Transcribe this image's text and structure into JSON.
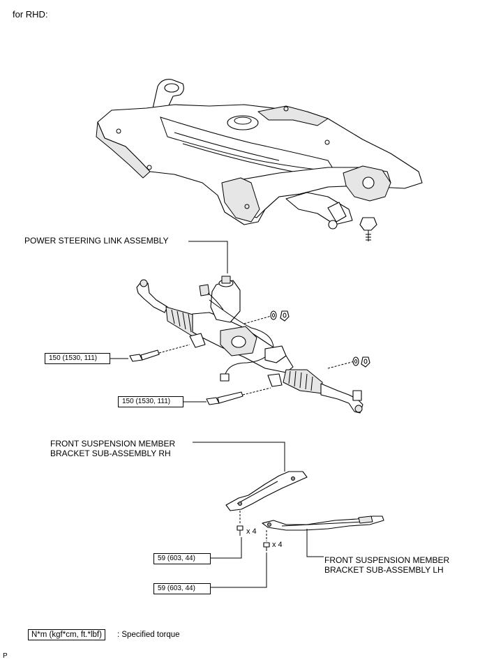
{
  "heading": "for RHD:",
  "labels": {
    "steering_link": "POWER STEERING LINK ASSEMBLY",
    "bracket_rh_line1": "FRONT SUSPENSION MEMBER",
    "bracket_rh_line2": "BRACKET SUB-ASSEMBLY RH",
    "bracket_lh_line1": "FRONT SUSPENSION MEMBER",
    "bracket_lh_line2": "BRACKET SUB-ASSEMBLY LH"
  },
  "torques": {
    "upper_bolt": "150 (1530, 111)",
    "lower_bolt": "150 (1530, 111)",
    "rh_bracket_bolt": "59 (603, 44)",
    "lh_bracket_bolt": "59 (603, 44)"
  },
  "quantities": {
    "rh_bracket": "x 4",
    "lh_bracket": "x 4"
  },
  "legend": {
    "unit": "N*m (kgf*cm, ft.*lbf)",
    "meaning": ": Specified torque"
  },
  "corner_mark": "P"
}
